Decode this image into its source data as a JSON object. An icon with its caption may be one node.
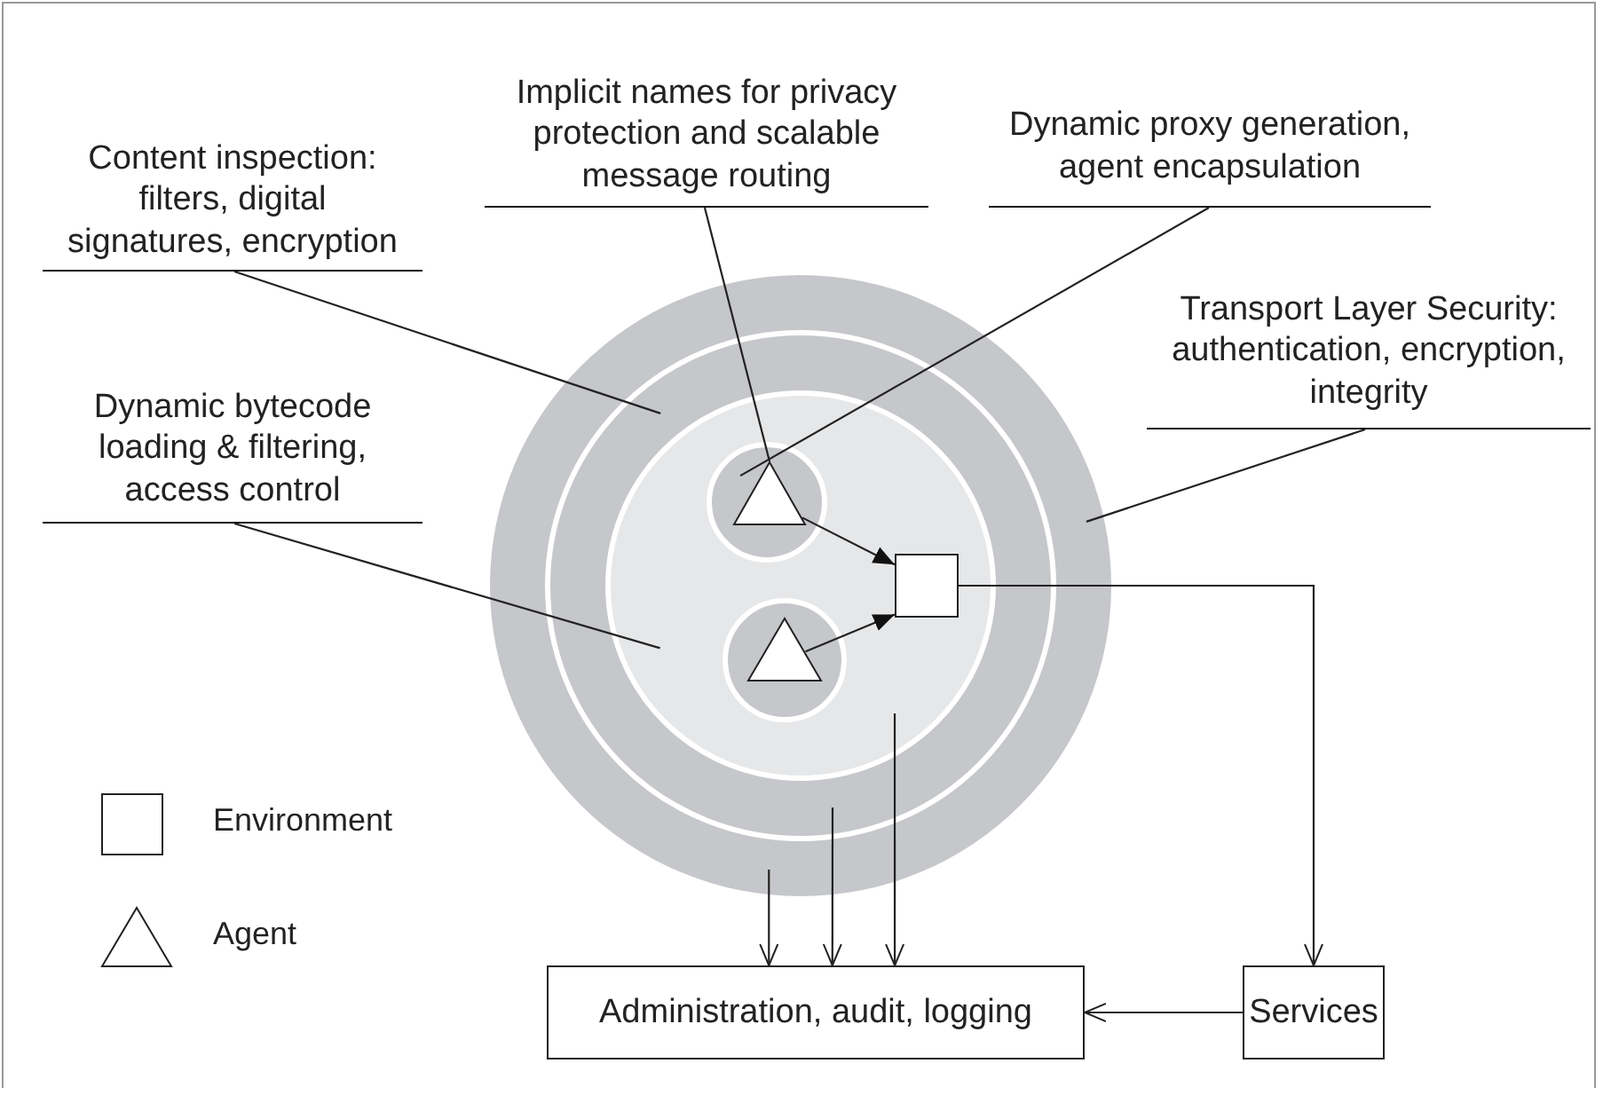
{
  "diagram": {
    "nodes": [
      {
        "text": [
          "Content inspection: filters, digital signatures, encryption"
        ]
      },
      {
        "text": [
          "Implicit names for privacy protection and scalable message routing"
        ]
      },
      {
        "text": [
          "Dynamic proxy generation, agent encapsulation"
        ]
      },
      {
        "text": [
          "Transport Layer Security: authentication, encryption, integrity"
        ]
      },
      {
        "text": [
          "Dynamic bytecode loading & filtering, access control"
        ]
      },
      {
        "text": [],
        "shape": "circle"
      },
      {
        "text": [],
        "shape": "circle",
        "in": 5
      },
      {
        "text": [],
        "shape": "circle",
        "in": 6
      },
      {
        "text": [],
        "shape": "circle",
        "in": 7
      },
      {
        "text": [],
        "shape": "triangle",
        "in": 8
      },
      {
        "text": [],
        "shape": "circle",
        "in": 7
      },
      {
        "text": [],
        "shape": "triangle",
        "in": 10
      },
      {
        "text": [],
        "shape": "box",
        "in": 7
      },
      {
        "text": [
          "Administration, audit, logging"
        ]
      },
      {
        "text": [
          "Services"
        ]
      },
      {
        "text": [],
        "shape": "box"
      },
      {
        "text": [],
        "shape": "triangle"
      }
    ],
    "edges": [
      {
        "from": 0,
        "to": 6,
        "arrow": "none"
      },
      {
        "from": 1,
        "to": 9,
        "arrow": "none"
      },
      {
        "from": 2,
        "to": 8,
        "arrow": "none"
      },
      {
        "from": 3,
        "to": 5,
        "arrow": "none"
      },
      {
        "from": 4,
        "to": 7,
        "arrow": "none"
      },
      {
        "from": 9,
        "to": 12,
        "arrow": "to"
      },
      {
        "from": 11,
        "to": 12,
        "arrow": "to"
      },
      {
        "from": 12,
        "to": 14,
        "arrow": "to"
      },
      {
        "from": 5,
        "to": 13,
        "arrow": "to"
      },
      {
        "from": 6,
        "to": 13,
        "arrow": "to"
      },
      {
        "from": 7,
        "to": 13,
        "arrow": "to"
      },
      {
        "from": 14,
        "to": 13,
        "arrow": "to"
      }
    ],
    "legend": [
      {
        "text": "Environment"
      },
      {
        "text": "Agent"
      }
    ]
  }
}
